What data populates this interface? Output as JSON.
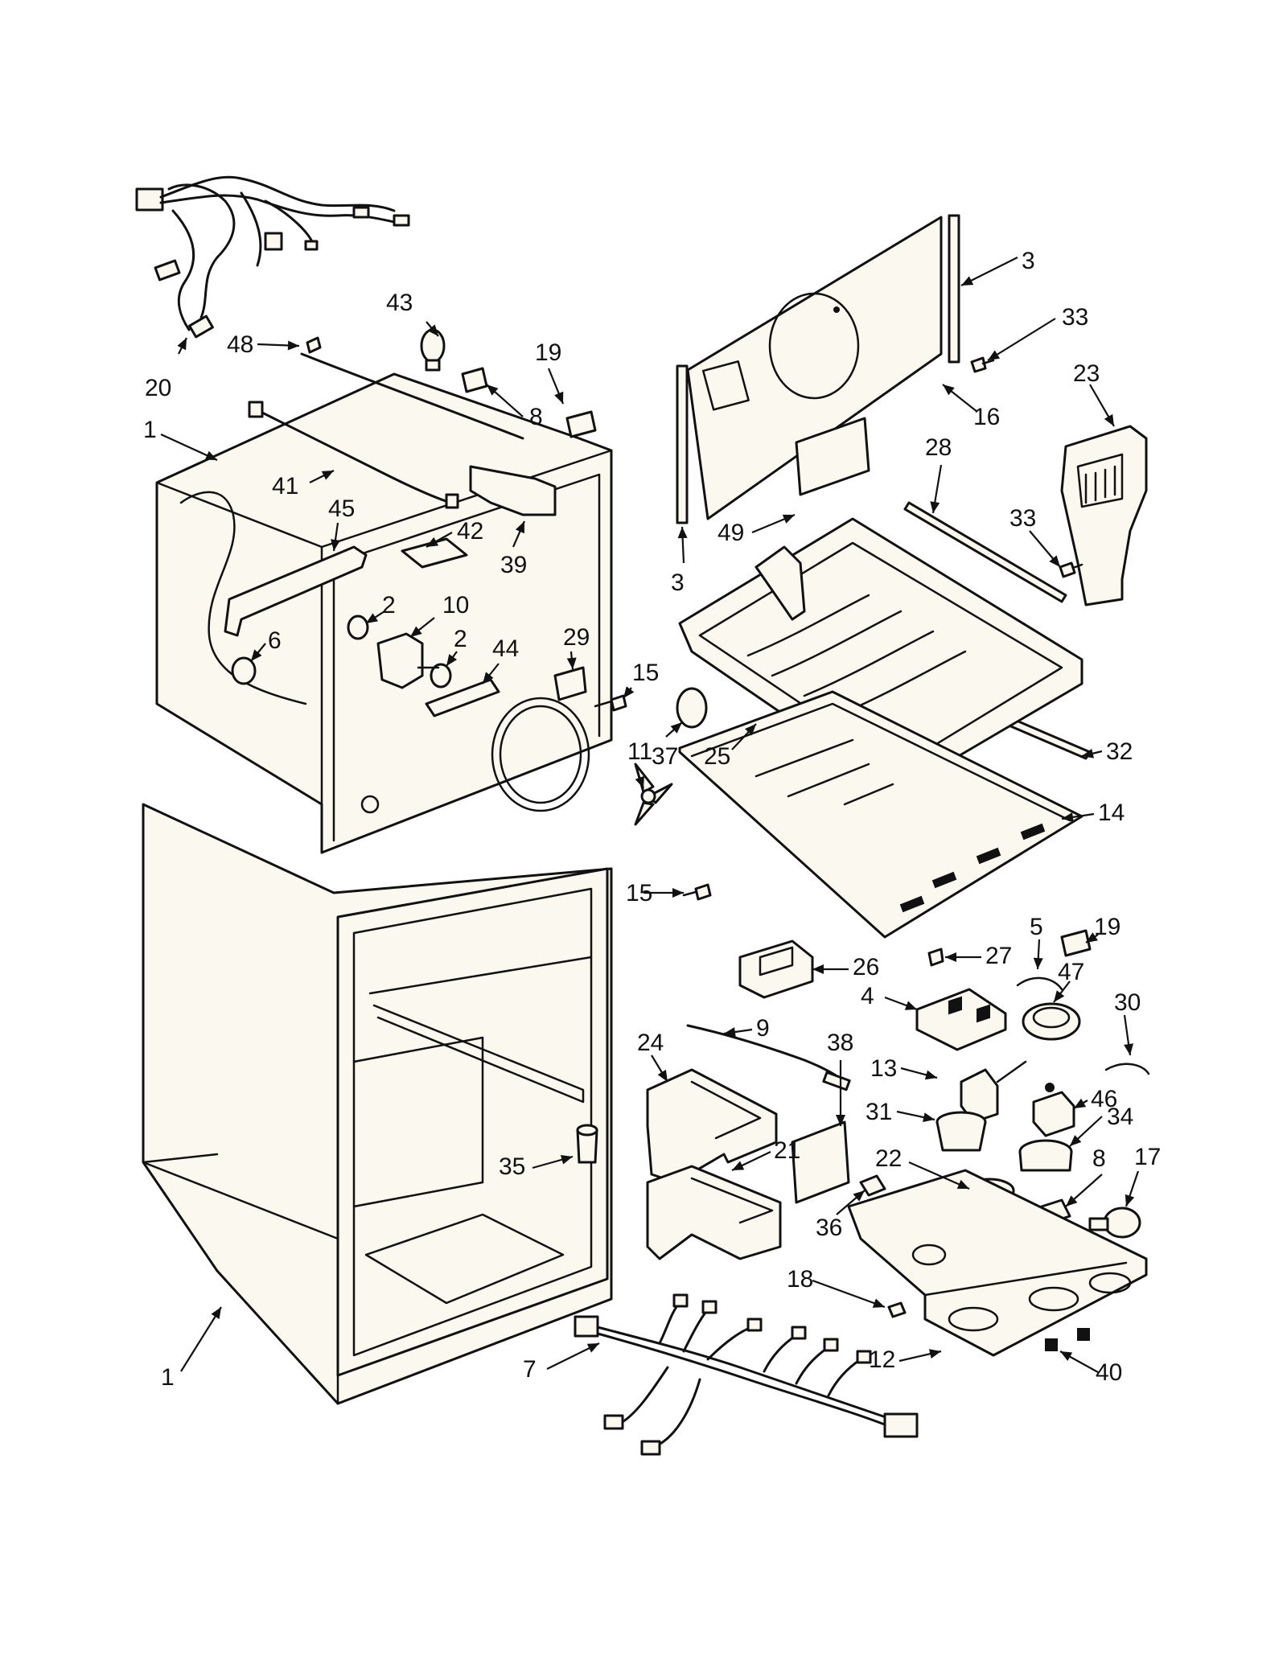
{
  "diagram": {
    "callouts": [
      {
        "id": "c20a",
        "text": "20"
      },
      {
        "id": "c43",
        "text": "43"
      },
      {
        "id": "c48",
        "text": "48"
      },
      {
        "id": "c19a",
        "text": "19"
      },
      {
        "id": "c8a",
        "text": "8"
      },
      {
        "id": "c1a",
        "text": "1"
      },
      {
        "id": "c41",
        "text": "41"
      },
      {
        "id": "c45",
        "text": "45"
      },
      {
        "id": "c42",
        "text": "42"
      },
      {
        "id": "c39",
        "text": "39"
      },
      {
        "id": "c2a",
        "text": "2"
      },
      {
        "id": "c10",
        "text": "10"
      },
      {
        "id": "c6",
        "text": "6"
      },
      {
        "id": "c2b",
        "text": "2"
      },
      {
        "id": "c44",
        "text": "44"
      },
      {
        "id": "c29",
        "text": "29"
      },
      {
        "id": "c15a",
        "text": "15"
      },
      {
        "id": "c37",
        "text": "37"
      },
      {
        "id": "c11",
        "text": "11"
      },
      {
        "id": "c15b",
        "text": "15"
      },
      {
        "id": "c3a",
        "text": "3"
      },
      {
        "id": "c33a",
        "text": "33"
      },
      {
        "id": "c23",
        "text": "23"
      },
      {
        "id": "c16",
        "text": "16"
      },
      {
        "id": "c28",
        "text": "28"
      },
      {
        "id": "c33b",
        "text": "33"
      },
      {
        "id": "c49",
        "text": "49"
      },
      {
        "id": "c3b",
        "text": "3"
      },
      {
        "id": "c25",
        "text": "25"
      },
      {
        "id": "c32",
        "text": "32"
      },
      {
        "id": "c14",
        "text": "14"
      },
      {
        "id": "c5",
        "text": "5"
      },
      {
        "id": "c19b",
        "text": "19"
      },
      {
        "id": "c27",
        "text": "27"
      },
      {
        "id": "c26",
        "text": "26"
      },
      {
        "id": "c47",
        "text": "47"
      },
      {
        "id": "c4",
        "text": "4"
      },
      {
        "id": "c30",
        "text": "30"
      },
      {
        "id": "c9",
        "text": "9"
      },
      {
        "id": "c24",
        "text": "24"
      },
      {
        "id": "c38",
        "text": "38"
      },
      {
        "id": "c13",
        "text": "13"
      },
      {
        "id": "c46",
        "text": "46"
      },
      {
        "id": "c31",
        "text": "31"
      },
      {
        "id": "c34",
        "text": "34"
      },
      {
        "id": "c22",
        "text": "22"
      },
      {
        "id": "c8b",
        "text": "8"
      },
      {
        "id": "c17",
        "text": "17"
      },
      {
        "id": "c21",
        "text": "21"
      },
      {
        "id": "c35",
        "text": "35"
      },
      {
        "id": "c36",
        "text": "36"
      },
      {
        "id": "c18",
        "text": "18"
      },
      {
        "id": "c7",
        "text": "7"
      },
      {
        "id": "c12",
        "text": "12"
      },
      {
        "id": "c40",
        "text": "40"
      },
      {
        "id": "c1b",
        "text": "1"
      }
    ]
  }
}
